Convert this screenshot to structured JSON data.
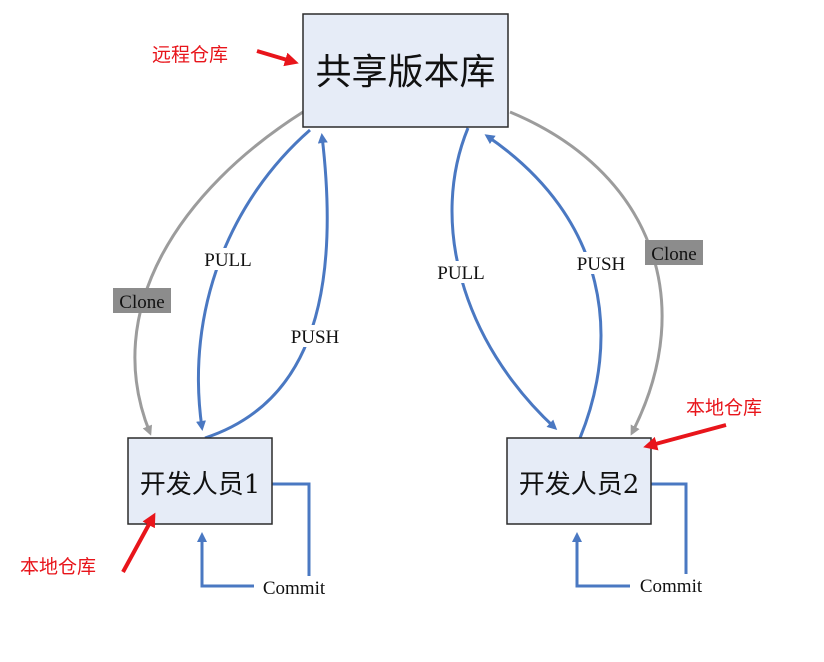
{
  "remote": {
    "label": "共享版本库",
    "tag": "远程仓库"
  },
  "dev1": {
    "label": "开发人员1",
    "tag": "本地仓库"
  },
  "dev2": {
    "label": "开发人员2",
    "tag": "本地仓库"
  },
  "arrows": {
    "pull_left": "PULL",
    "push_left": "PUSH",
    "pull_right": "PULL",
    "push_right": "PUSH",
    "clone_left": "Clone",
    "clone_right": "Clone",
    "commit_left": "Commit",
    "commit_right": "Commit"
  },
  "colors": {
    "box_fill": "#e6ecf7",
    "arrow_blue": "#4a78c2",
    "arrow_gray": "#9c9c9c",
    "annotation_red": "#e8151b",
    "clone_tag": "#8c8c8c"
  }
}
